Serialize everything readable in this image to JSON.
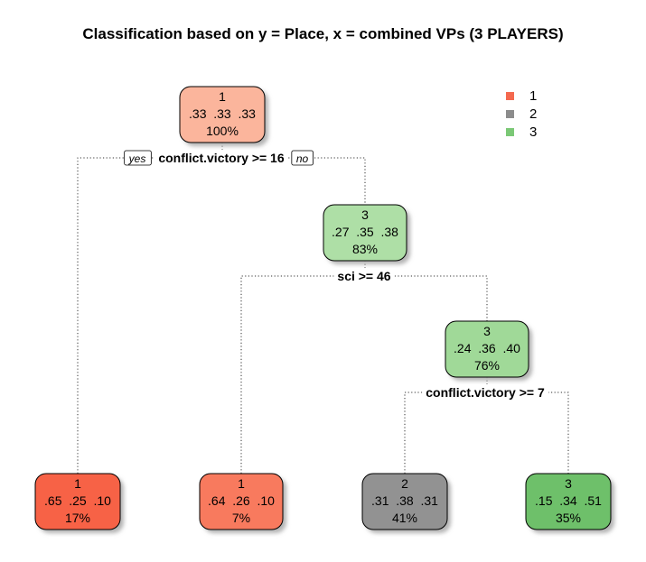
{
  "title": "Classification based on y = Place, x = combined VPs (3 PLAYERS)",
  "legend": [
    {
      "label": "1",
      "color": "#f4694f"
    },
    {
      "label": "2",
      "color": "#8c8c8c"
    },
    {
      "label": "3",
      "color": "#7bc876"
    }
  ],
  "nodes": [
    {
      "id": "root",
      "class": "1",
      "probs": ".33  .33  .33",
      "pct": "100%",
      "fill": "#fbb59c"
    },
    {
      "id": "n2",
      "class": "3",
      "probs": ".27  .35  .38",
      "pct": "83%",
      "fill": "#aedfa6"
    },
    {
      "id": "n3",
      "class": "3",
      "probs": ".24  .36  .40",
      "pct": "76%",
      "fill": "#a0d998"
    },
    {
      "id": "leaf1",
      "class": "1",
      "probs": ".65  .25  .10",
      "pct": "17%",
      "fill": "#f76246"
    },
    {
      "id": "leaf2",
      "class": "1",
      "probs": ".64  .26  .10",
      "pct": "7%",
      "fill": "#f87a5e"
    },
    {
      "id": "leaf3",
      "class": "2",
      "probs": ".31  .38  .31",
      "pct": "41%",
      "fill": "#929292"
    },
    {
      "id": "leaf4",
      "class": "3",
      "probs": ".15  .34  .51",
      "pct": "35%",
      "fill": "#6ec06a"
    }
  ],
  "splits": [
    {
      "id": "s1",
      "label": "conflict.victory >= 16",
      "yes": "yes",
      "no": "no"
    },
    {
      "id": "s2",
      "label": "sci >= 46"
    },
    {
      "id": "s3",
      "label": "conflict.victory >= 7"
    }
  ]
}
